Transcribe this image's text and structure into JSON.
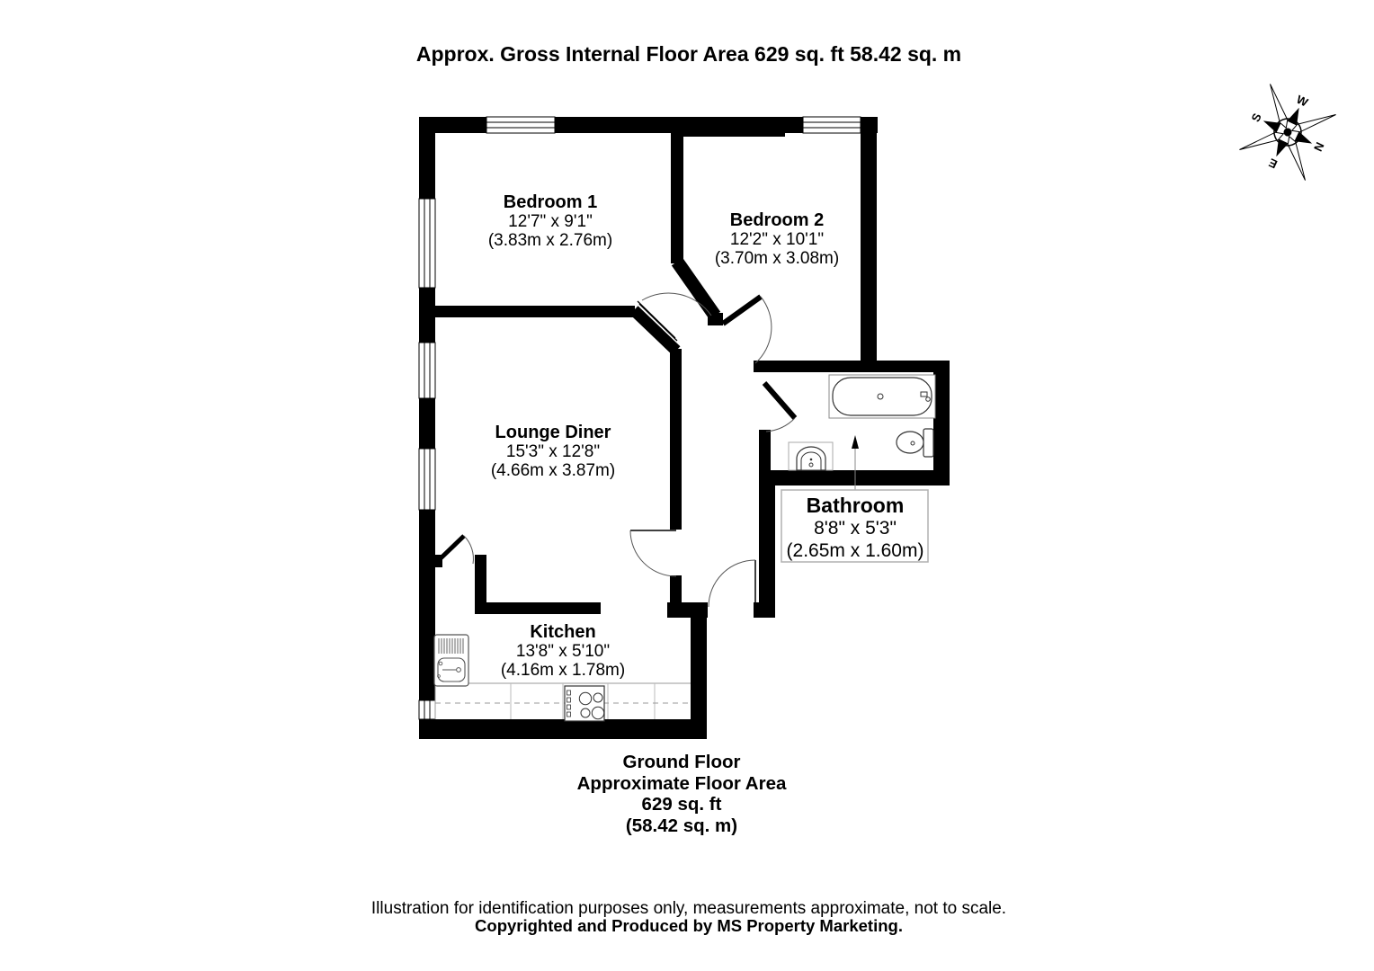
{
  "title": "Approx. Gross Internal Floor Area 629 sq. ft 58.42 sq. m",
  "rooms": {
    "bedroom1": {
      "name": "Bedroom 1",
      "size_ft": "12'7\" x 9'1\"",
      "size_m": "(3.83m x 2.76m)"
    },
    "bedroom2": {
      "name": "Bedroom 2",
      "size_ft": "12'2\" x 10'1\"",
      "size_m": "(3.70m x 3.08m)"
    },
    "lounge": {
      "name": "Lounge Diner",
      "size_ft": "15'3\" x 12'8\"",
      "size_m": "(4.66m x 3.87m)"
    },
    "bathroom": {
      "name": "Bathroom",
      "size_ft": "8'8\" x 5'3\"",
      "size_m": "(2.65m x 1.60m)"
    },
    "kitchen": {
      "name": "Kitchen",
      "size_ft": "13'8\" x 5'10\"",
      "size_m": "(4.16m x 1.78m)"
    }
  },
  "summary": {
    "floor": "Ground Floor",
    "line2": "Approximate Floor Area",
    "area_ft": "629 sq. ft",
    "area_m": "(58.42 sq. m)"
  },
  "footer": {
    "disclaimer": "Illustration for identification purposes only, measurements approximate, not to scale.",
    "copyright": "Copyrighted and Produced by MS Property Marketing."
  },
  "compass": {
    "n": "N",
    "e": "E",
    "s": "S",
    "w": "W",
    "rotation_deg": 115
  },
  "colors": {
    "wall": "#000000",
    "background": "#ffffff",
    "fixture": "#333333",
    "light_outline": "#999999"
  }
}
